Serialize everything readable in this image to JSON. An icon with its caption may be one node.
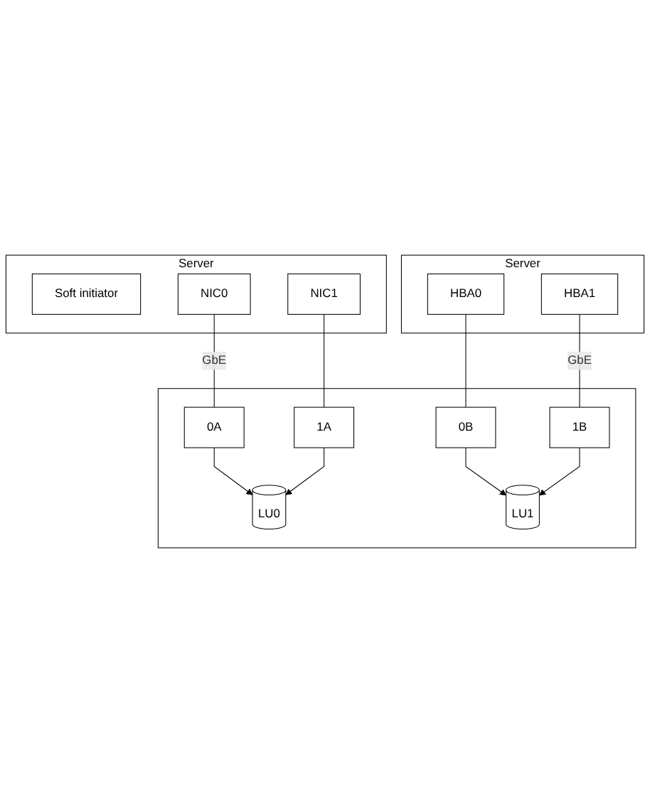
{
  "diagram": {
    "nodes": [
      {
        "text": [
          "Server"
        ]
      },
      {
        "text": [
          "Soft initiator"
        ],
        "in": 0
      },
      {
        "text": [
          "NIC0"
        ],
        "in": 0
      },
      {
        "text": [
          "NIC1"
        ],
        "in": 0
      },
      {
        "text": [
          "Server"
        ]
      },
      {
        "text": [
          "HBA0"
        ],
        "in": 4
      },
      {
        "text": [
          "HBA1"
        ],
        "in": 4
      },
      {
        "text": [],
        "shape": "box"
      },
      {
        "text": [
          "0A"
        ],
        "in": 7
      },
      {
        "text": [
          "0B"
        ],
        "in": 7
      },
      {
        "text": [
          "1A"
        ],
        "in": 7
      },
      {
        "text": [
          "1B"
        ],
        "in": 7
      },
      {
        "text": [
          "LU0"
        ],
        "in": 7
      },
      {
        "text": [
          "LU1"
        ],
        "in": 7
      }
    ],
    "edges": [
      {
        "from": 2,
        "to": 8,
        "label": "GbE",
        "arrow": "none"
      },
      {
        "from": 3,
        "to": 10,
        "arrow": "none"
      },
      {
        "from": 5,
        "to": 9,
        "arrow": "none"
      },
      {
        "from": 6,
        "to": 11,
        "label": "GbE",
        "arrow": "none"
      },
      {
        "from": 8,
        "to": 12,
        "arrow": "to"
      },
      {
        "from": 9,
        "to": 13,
        "arrow": "to"
      },
      {
        "from": 10,
        "to": 12,
        "arrow": "to"
      },
      {
        "from": 11,
        "to": 13,
        "arrow": "to"
      }
    ]
  }
}
